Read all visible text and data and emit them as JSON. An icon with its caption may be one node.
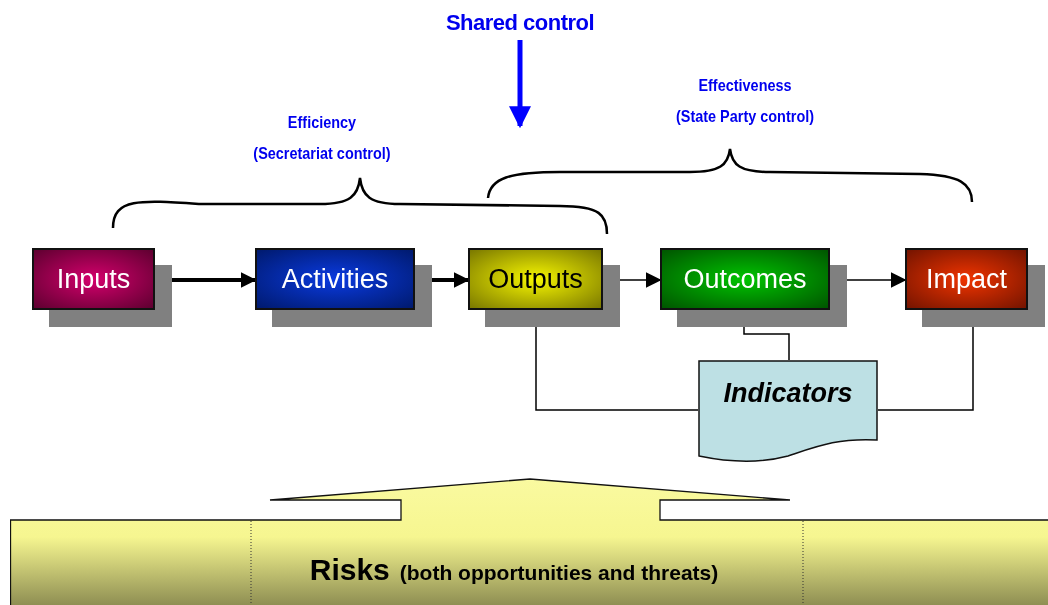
{
  "diagram": {
    "nodes": [
      {
        "text": [
          "Inputs"
        ]
      },
      {
        "text": [
          "Activities"
        ]
      },
      {
        "text": [
          "Outputs"
        ]
      },
      {
        "text": [
          "Outcomes"
        ]
      },
      {
        "text": [
          "Impact"
        ]
      },
      {
        "text": [
          "Indicators"
        ]
      },
      {
        "text": [
          "Risks",
          "(both opportunities and threats)"
        ]
      },
      {
        "text": [
          "Shared control"
        ]
      }
    ],
    "edges": [
      {
        "from": 0,
        "to": 1,
        "arrow": "to",
        "style": "thick"
      },
      {
        "from": 1,
        "to": 2,
        "arrow": "to",
        "style": "thick"
      },
      {
        "from": 2,
        "to": 3,
        "arrow": "to"
      },
      {
        "from": 3,
        "to": 4,
        "arrow": "to"
      },
      {
        "from": 2,
        "to": 5,
        "arrow": "none"
      },
      {
        "from": 3,
        "to": 5,
        "arrow": "none"
      },
      {
        "from": 4,
        "to": 5,
        "arrow": "none"
      },
      {
        "from": 7,
        "to": null,
        "arrow": "to",
        "style": "thick",
        "color": "#0000ff"
      }
    ],
    "labels": [
      "Efficiency",
      "(Secretariat control)",
      "Effectiveness",
      "(State Party control)"
    ]
  }
}
